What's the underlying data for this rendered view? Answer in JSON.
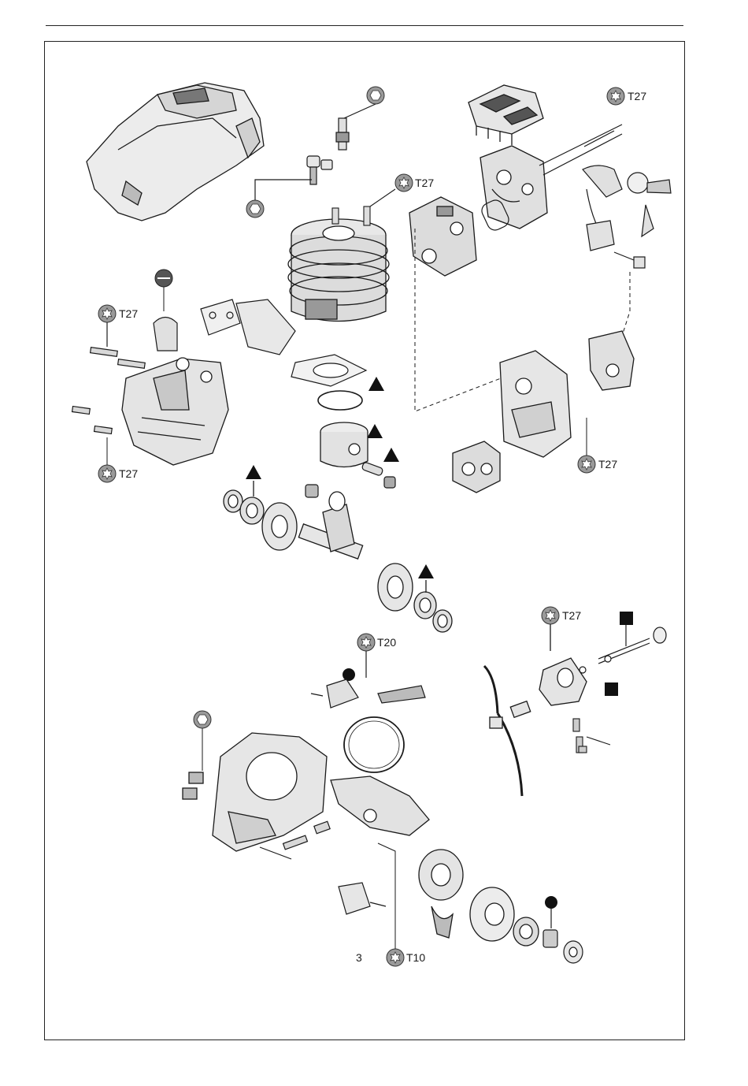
{
  "document": {
    "figure_number": "3"
  },
  "callouts": {
    "torx_t27": "T27",
    "torx_t20": "T20",
    "torx_t10": "T10"
  },
  "symbols": {
    "torx": "torx-star-icon",
    "hex": "hex-socket-icon",
    "slot": "slotted-screw-icon",
    "triangle": "warning-triangle-icon",
    "square": "filled-square-icon",
    "circle": "filled-circle-icon"
  },
  "colors": {
    "line": "#1a1a1a",
    "part_fill": "#e6e6e6",
    "part_dark": "#555555",
    "torx_fill": "#9a9a9a"
  }
}
